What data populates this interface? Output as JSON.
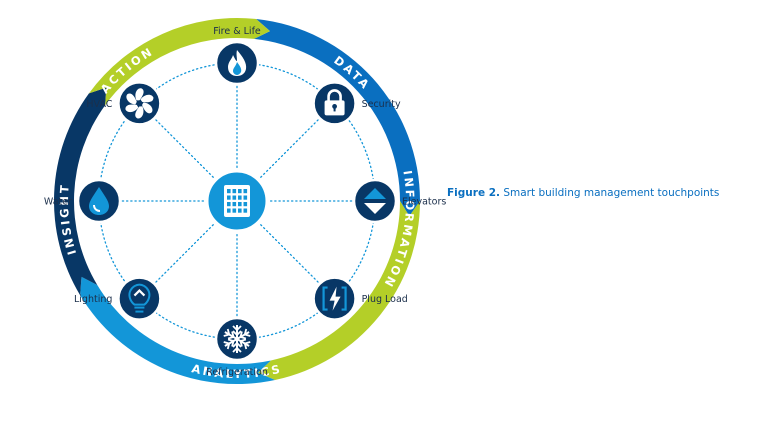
{
  "diagram": {
    "segments": [
      {
        "label": "DATA",
        "color": "#0a6fc0"
      },
      {
        "label": "INFORMATION",
        "color": "#b4cf28"
      },
      {
        "label": "ANALYTICS",
        "color": "#1396d8"
      },
      {
        "label": "INSIGHT",
        "color": "#083766"
      },
      {
        "label": "ACTION",
        "color": "#b4cf28"
      }
    ],
    "hub": {
      "icon": "building-icon"
    },
    "nodes": [
      {
        "label": "Fire & Life",
        "icon": "flame-icon"
      },
      {
        "label": "Security",
        "icon": "lock-icon"
      },
      {
        "label": "Elevators",
        "icon": "elevator-arrows-icon"
      },
      {
        "label": "Plug Load",
        "icon": "plug-load-icon"
      },
      {
        "label": "Refrigeration",
        "icon": "snowflake-icon"
      },
      {
        "label": "Lighting",
        "icon": "lightbulb-icon"
      },
      {
        "label": "Water",
        "icon": "water-drop-icon"
      },
      {
        "label": "HVAC",
        "icon": "fan-icon"
      }
    ],
    "colors": {
      "node_fill": "#083766",
      "hub_fill": "#1396d8",
      "connector": "#1396d8"
    }
  },
  "caption": {
    "prefix": "Figure 2.",
    "text": "Smart building management touchpoints"
  }
}
